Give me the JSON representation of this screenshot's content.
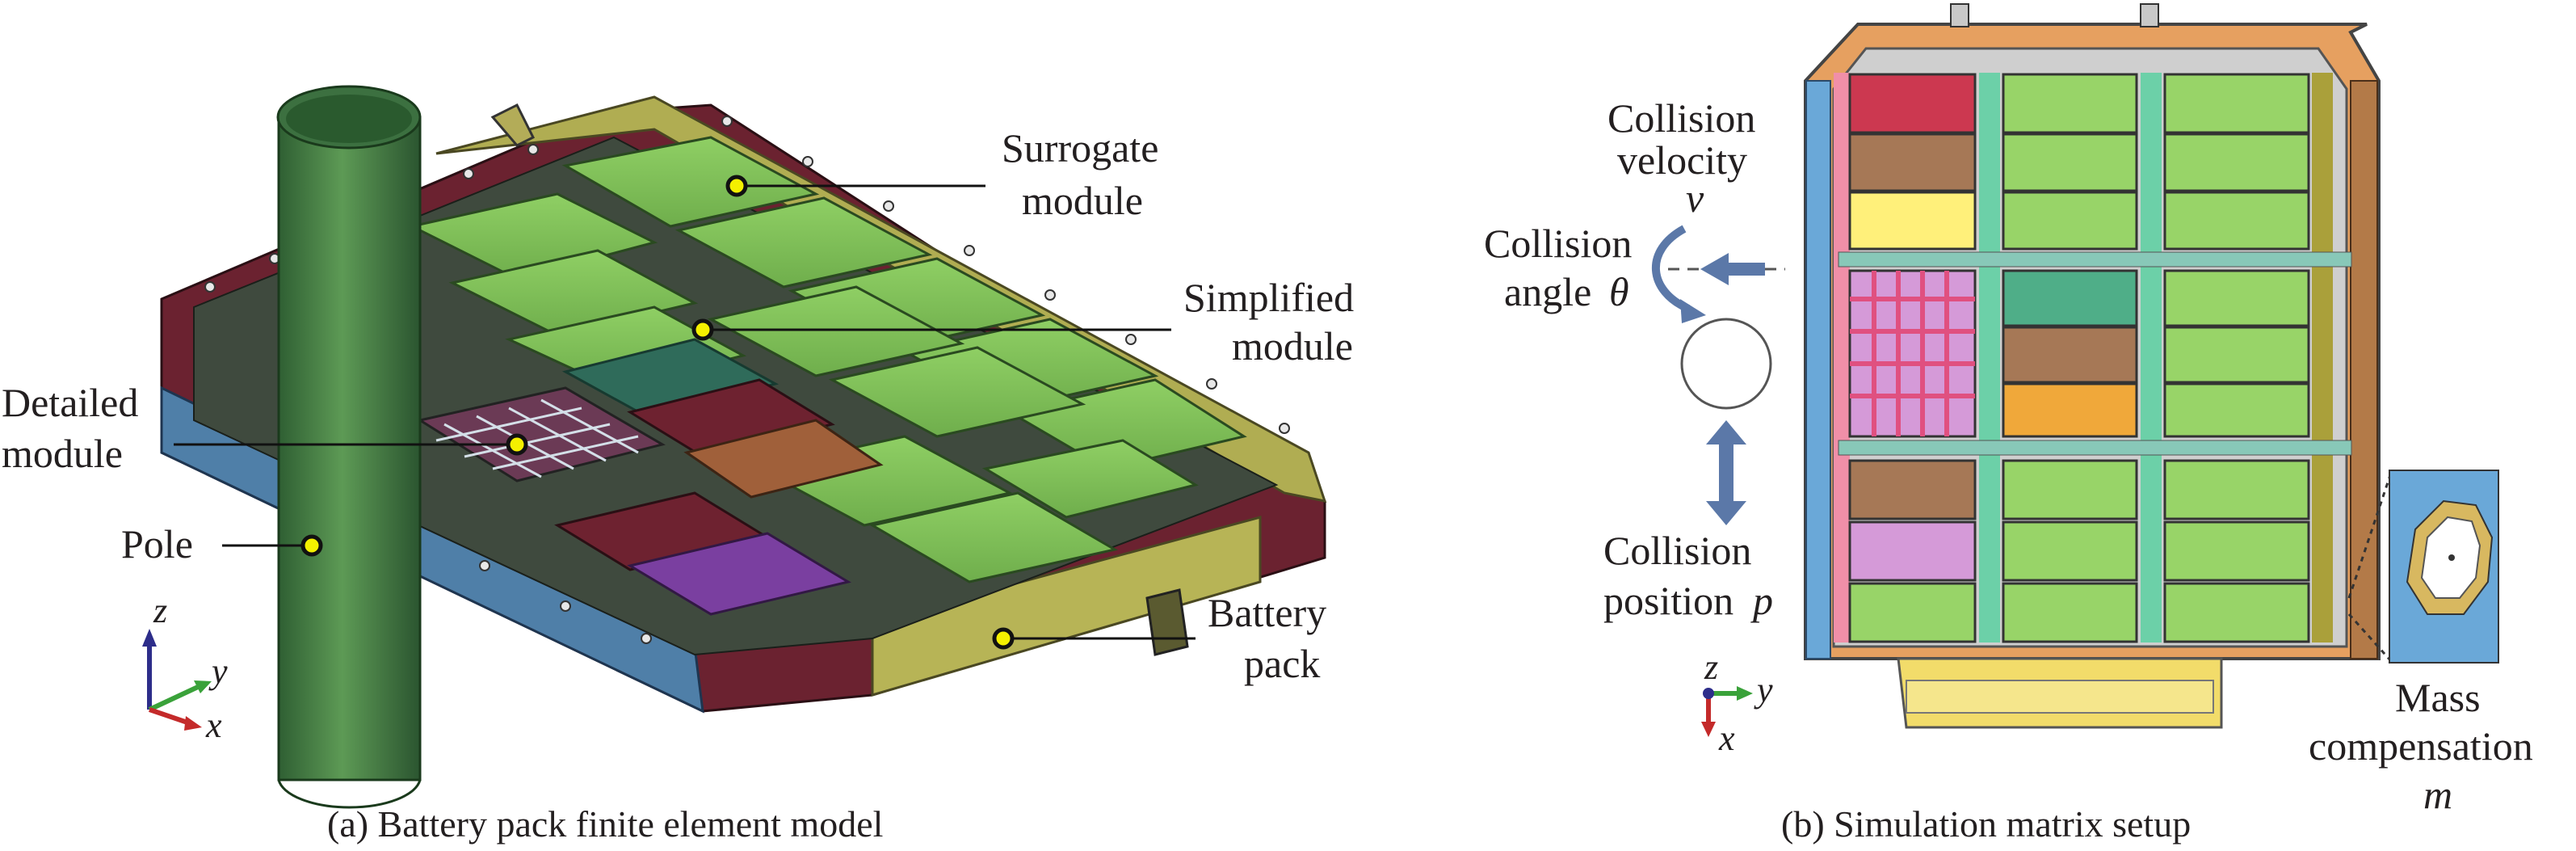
{
  "panel_a": {
    "caption": "(a) Battery pack finite element model",
    "labels": {
      "surrogate_l1": "Surrogate",
      "surrogate_l2": "module",
      "simplified_l1": "Simplified",
      "simplified_l2": "module",
      "detailed_l1": "Detailed",
      "detailed_l2": "module",
      "pole": "Pole",
      "battery_l1": "Battery",
      "battery_l2": "pack"
    },
    "axes": {
      "z": "z",
      "y": "y",
      "x": "x"
    }
  },
  "panel_b": {
    "caption": "(b) Simulation matrix setup",
    "labels": {
      "velocity_l1": "Collision",
      "velocity_l2": "velocity",
      "velocity_sym": "v",
      "angle_l1": "Collision",
      "angle_l2": "angle",
      "angle_sym": "θ",
      "position_l1": "Collision",
      "position_l2": "position",
      "position_sym": "p",
      "mass_l1": "Mass",
      "mass_l2": "compensation",
      "mass_sym": "m"
    },
    "axes": {
      "z": "z",
      "y": "y",
      "x": "x"
    }
  },
  "colors": {
    "module_green": "#98d468",
    "frame_olive": "#a8a64a",
    "pole_green": "#4e8a4a",
    "tray_maroon": "#7a2230",
    "arrow_blue": "#5b78a8",
    "marker_yellow": "#f4f000"
  }
}
